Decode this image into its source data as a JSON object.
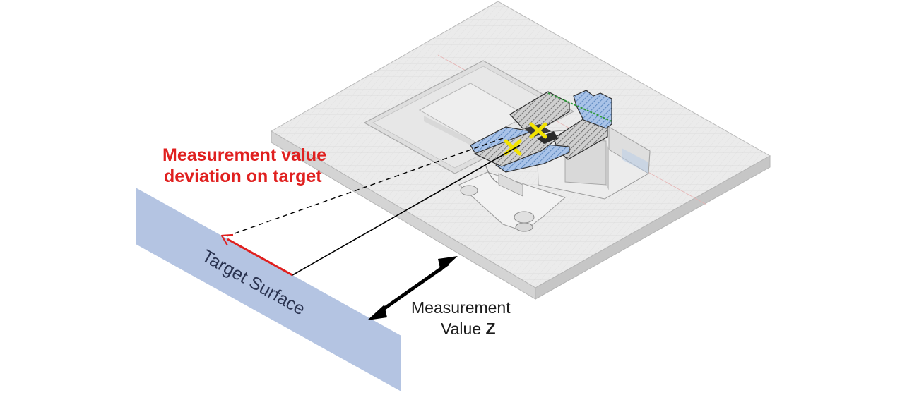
{
  "labels": {
    "deviation_line1": "Measurement value",
    "deviation_line2": "deviation on target",
    "measurement_line1": "Measurement",
    "measurement_line2_prefix": "Value ",
    "measurement_line2_var": "Z",
    "target_surface": "Target Surface"
  },
  "colors": {
    "deviation_text": "#e0201f",
    "deviation_arrow": "#e0201f",
    "target_surface_fill": "#b4c4e2",
    "plate_top": "#eaeaea",
    "section_hatch_blue": "#8fb0dc",
    "section_hatch_gray": "#9a9a9a",
    "cross_marker": "#f2e200"
  },
  "icons": {
    "double_arrow": "double-headed-arrow-icon",
    "cross_marker": "x-marker-icon"
  }
}
